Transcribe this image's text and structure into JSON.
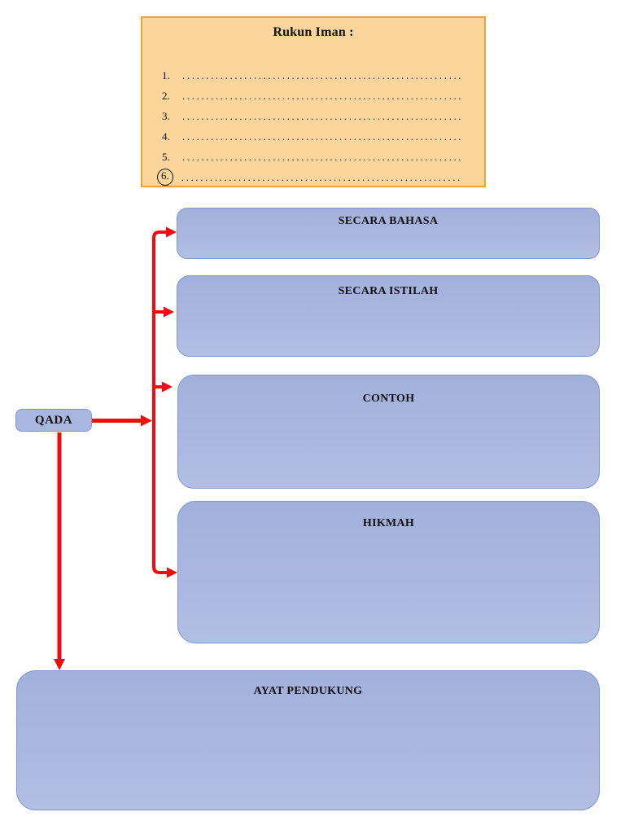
{
  "rukun_iman": {
    "title": "Rukun Iman :",
    "leader": "......................................................................",
    "items": [
      {
        "number": "1."
      },
      {
        "number": "2."
      },
      {
        "number": "3."
      },
      {
        "number": "4."
      },
      {
        "number": "5."
      },
      {
        "number": "6.",
        "circled": true
      }
    ]
  },
  "diagram": {
    "root_label": "QADA",
    "branches": [
      {
        "label": "SECARA BAHASA"
      },
      {
        "label": "SECARA ISTILAH"
      },
      {
        "label": "CONTOH"
      },
      {
        "label": "HIKMAH"
      },
      {
        "label": "AYAT PENDUKUNG"
      }
    ]
  },
  "colors": {
    "arrow_red": "#f60909",
    "node_fill": "#aab7e0",
    "node_border": "#7e98ce",
    "panel_fill": "#fcd59c",
    "panel_border": "#eba338"
  }
}
